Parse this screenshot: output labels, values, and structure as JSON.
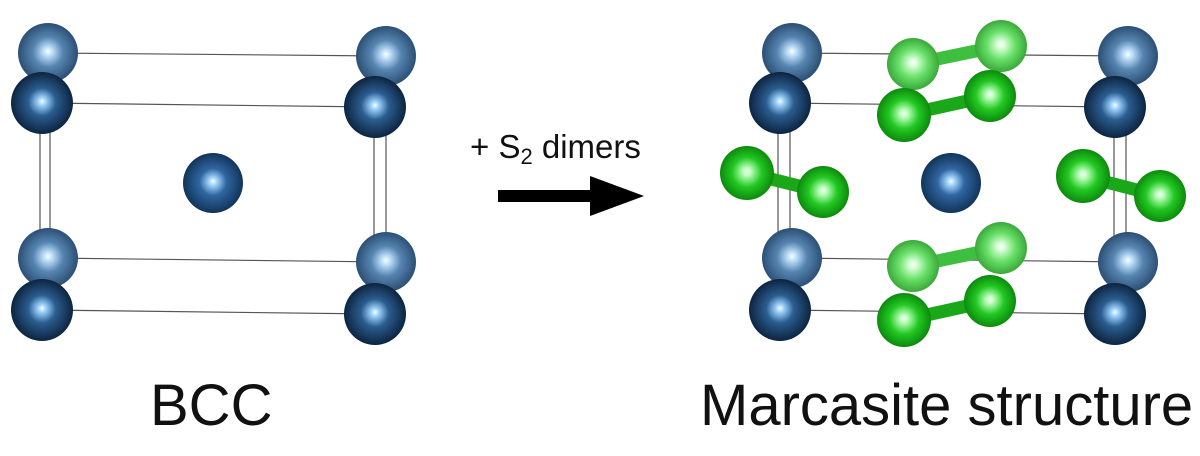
{
  "labels": {
    "left_structure": "BCC",
    "right_structure": "Marcasite structure",
    "arrow_prefix": "+ S",
    "arrow_subscript": "2",
    "arrow_suffix": " dimers"
  },
  "colors": {
    "iron_front": "#14385f",
    "iron_back": "#4a77a3",
    "iron_center": "#1f4e7c",
    "sulfur_front": "#1fc41f",
    "sulfur_back": "#5fe05f",
    "cell_edge": "#555555",
    "arrow": "#000000"
  },
  "atoms": {
    "iron_per_corner_column": 4,
    "sulfur_dimers": 6
  }
}
